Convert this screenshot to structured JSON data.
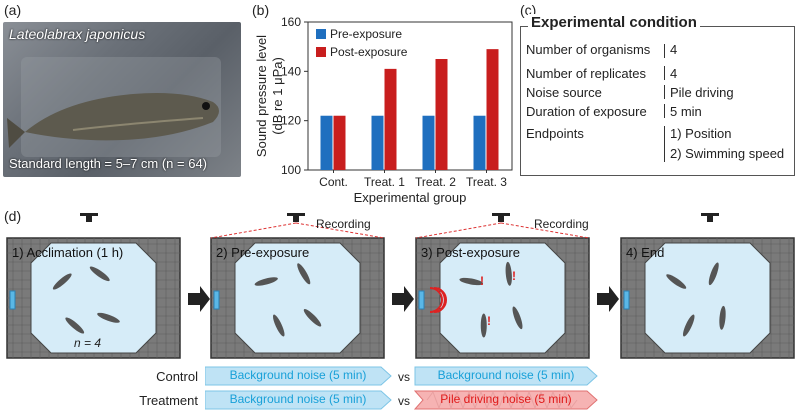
{
  "panels": {
    "a": "(a)",
    "b": "(b)",
    "c": "(c)",
    "d": "(d)"
  },
  "photo": {
    "species": "Lateolabrax japonicus",
    "standard_length": "Standard length = 5–7 cm (n = 64)"
  },
  "chart_data": {
    "type": "bar",
    "categories": [
      "Cont.",
      "Treat. 1",
      "Treat. 2",
      "Treat. 3"
    ],
    "series": [
      {
        "name": "Pre-exposure",
        "color": "#1f6fbf",
        "values": [
          122,
          122,
          122,
          122
        ]
      },
      {
        "name": "Post-exposure",
        "color": "#c81e1e",
        "values": [
          122,
          141,
          145,
          149
        ]
      }
    ],
    "xlabel": "Experimental group",
    "ylabel": "Sound pressure level (dB re 1 μPa)",
    "ylabel_line1": "Sound pressure level",
    "ylabel_line2": "(dB re 1 μPa)",
    "ylim": [
      100,
      160
    ],
    "yticks": [
      "100",
      "120",
      "140",
      "160"
    ],
    "legend_placement": "top-left"
  },
  "conditions": {
    "title": "Experimental condition",
    "rows": [
      {
        "label": "Number of organisms",
        "value": "4"
      },
      {
        "label": "Number of replicates",
        "value": "4"
      },
      {
        "label": "Noise source",
        "value": "Pile driving"
      },
      {
        "label": "Duration of exposure",
        "value": "5 min"
      },
      {
        "label": "Endpoints",
        "value": "1) Position"
      },
      {
        "label": "",
        "value": "2) Swimming speed"
      }
    ]
  },
  "stages": [
    {
      "label": "1) Acclimation (1 h)"
    },
    {
      "label": "2) Pre-exposure"
    },
    {
      "label": "3) Post-exposure"
    },
    {
      "label": "4) End"
    }
  ],
  "n_label": "n = 4",
  "recording": [
    "Recording",
    "Recording"
  ],
  "rows": {
    "control": {
      "label": "Control",
      "pre": "Background noise (5 min)",
      "vs": "vs",
      "post": "Background noise (5 min)"
    },
    "treatment": {
      "label": "Treatment",
      "pre": "Background noise (5 min)",
      "vs": "vs",
      "post": "Pile driving noise (5 min)"
    }
  },
  "colors": {
    "tank_water": "#d6ecf8",
    "wall": "#6e6e6e",
    "arrow_blue": "#bfe3f5",
    "arrow_red": "#f29a9a",
    "text_blue": "#18a0d8",
    "text_red": "#e01b1b"
  }
}
